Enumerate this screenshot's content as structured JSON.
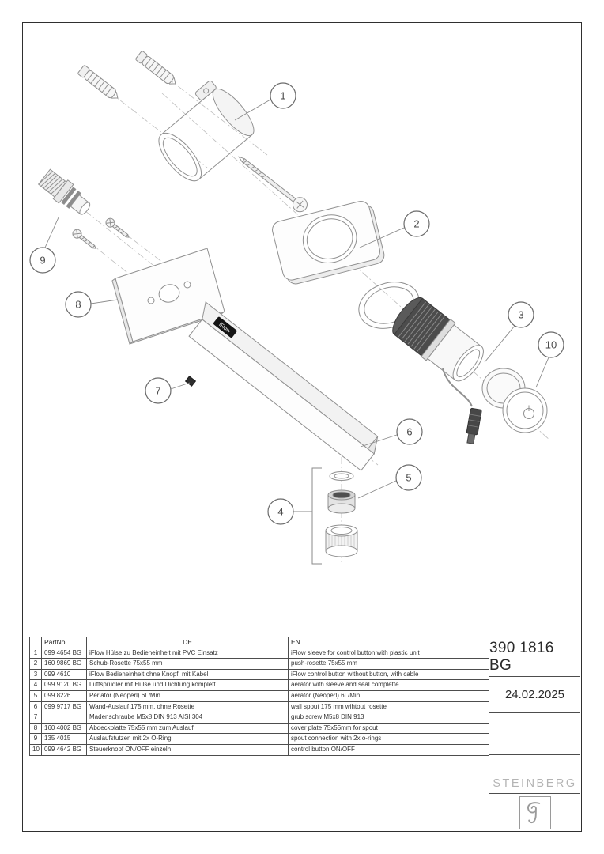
{
  "sheet": {
    "part_number": "390 1816 BG",
    "date": "24.02.2025",
    "brand": "STEINBERG"
  },
  "table": {
    "header": {
      "no": "",
      "part_no": "PartNo",
      "de": "DE",
      "en": "EN"
    },
    "rows": [
      {
        "no": "1",
        "part_no": "099 4654 BG",
        "de": "iFlow Hülse zu Bedieneinheit mit PVC Einsatz",
        "en": "iFlow sleeve for control button with plastic unit"
      },
      {
        "no": "2",
        "part_no": "160 9869 BG",
        "de": "Schub-Rosette 75x55 mm",
        "en": "push-rosette 75x55 mm"
      },
      {
        "no": "3",
        "part_no": "099 4610",
        "de": "iFlow Bedieneinheit ohne Knopf, mit Kabel",
        "en": "iFlow control button without button, with cable"
      },
      {
        "no": "4",
        "part_no": "099 9120 BG",
        "de": "Luftsprudler mit Hülse und Dichtung komplett",
        "en": "aerator with  sleeve and seal complette"
      },
      {
        "no": "5",
        "part_no": "099 8226",
        "de": "Perlator (Neoperl) 6L/Min",
        "en": "aerator  (Neoperl) 6L/Min"
      },
      {
        "no": "6",
        "part_no": "099 9717 BG",
        "de": "Wand-Auslauf 175 mm, ohne Rosette",
        "en": "wall spout 175 mm wihtout rosette"
      },
      {
        "no": "7",
        "part_no": "",
        "de": "Madenschraube M5x8 DIN 913 AISI 304",
        "en": "grub screw M5x8 DIN 913"
      },
      {
        "no": "8",
        "part_no": "160 4002 BG",
        "de": "Abdeckplatte 75x55 mm zum Auslauf",
        "en": "cover plate 75x55mm for spout"
      },
      {
        "no": "9",
        "part_no": "135 4015",
        "de": "Auslaufstutzen mit 2x O-Ring",
        "en": "spout connection with 2x o-rings"
      },
      {
        "no": "10",
        "part_no": "099 4642 BG",
        "de": "Steuerknopf ON/OFF einzeln",
        "en": "control button ON/OFF"
      }
    ]
  },
  "diagram": {
    "spout_label": "iFlow",
    "balloons": [
      {
        "label": "1"
      },
      {
        "label": "2"
      },
      {
        "label": "3"
      },
      {
        "label": "4"
      },
      {
        "label": "5"
      },
      {
        "label": "6"
      },
      {
        "label": "7"
      },
      {
        "label": "8"
      },
      {
        "label": "9"
      },
      {
        "label": "10"
      }
    ]
  },
  "colors": {
    "frame": "#2f2f2f",
    "table_line": "#4d4d4d",
    "drawing_line": "#909090",
    "brand_gray": "#b4b4b4"
  }
}
